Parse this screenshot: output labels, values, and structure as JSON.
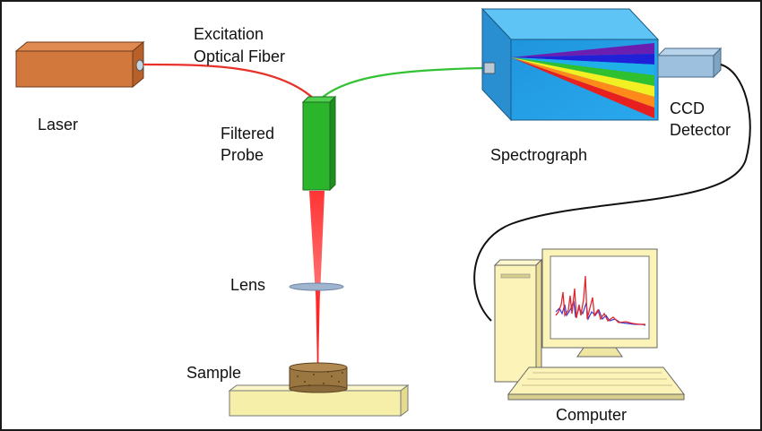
{
  "labels": {
    "excitation_fiber": [
      "Excitation",
      "Optical Fiber"
    ],
    "laser": "Laser",
    "filtered_probe": [
      "Filtered",
      "Probe"
    ],
    "lens": "Lens",
    "sample": "Sample",
    "spectrograph": "Spectrograph",
    "ccd_detector": [
      "CCD",
      "Detector"
    ],
    "computer": "Computer"
  },
  "colors": {
    "frame": "#1a1a1a",
    "laser_body": "#d2783d",
    "excitation_fiber": "#e8312b",
    "collection_fiber": "#33c233",
    "probe": "#2bb52b",
    "laser_beam": "#ff3030",
    "lens": "#9fb4cf",
    "sample": "#8a6a3a",
    "stage": "#f6efaa",
    "spectrograph": "#2ea3e6",
    "ccd": "#9cc0dd",
    "computer": "#fbf3b8",
    "spectrum_red": "#e0282e",
    "spectrum_blue": "#3b3bd0"
  },
  "icons": [
    "laser-source",
    "probe-block",
    "lens-icon",
    "sample-puck",
    "spectrograph-box",
    "ccd-detector-box",
    "computer-icon"
  ]
}
